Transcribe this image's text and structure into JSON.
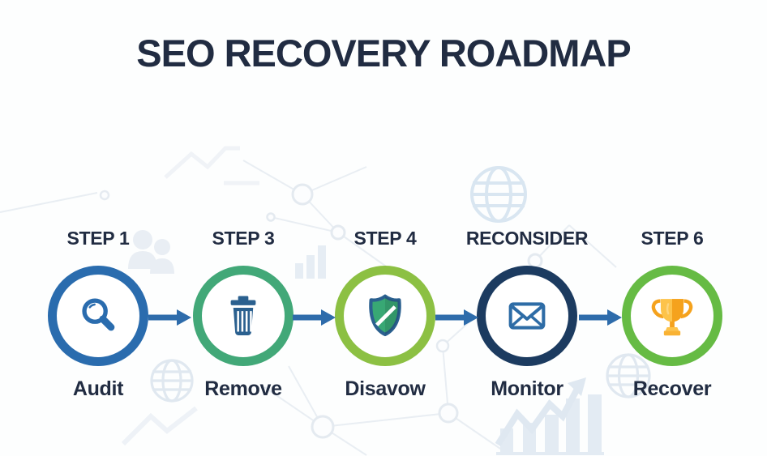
{
  "title": "SEO RECOVERY ROADMAP",
  "steps": [
    {
      "step_label": "STEP 1",
      "name": "Audit",
      "icon": "magnifier-icon",
      "ring_color": "#2a6cae"
    },
    {
      "step_label": "STEP 3",
      "name": "Remove",
      "icon": "trash-icon",
      "ring_color": "#42a878"
    },
    {
      "step_label": "STEP 4",
      "name": "Disavow",
      "icon": "shield-icon",
      "ring_color": "#8cc043"
    },
    {
      "step_label": "RECONSIDER",
      "name": "Monitor",
      "icon": "envelope-icon",
      "ring_color": "#1c3b60"
    },
    {
      "step_label": "STEP 6",
      "name": "Recover",
      "icon": "trophy-icon",
      "ring_color": "#66bb44"
    }
  ],
  "background_icons": [
    "globe-icon",
    "people-icon",
    "line-chart-icon",
    "bar-chart-icon",
    "growth-chart-icon",
    "network-nodes"
  ],
  "colors": {
    "title": "#212c42",
    "arrow": "#2e6cab",
    "ring-audit": "#2a6cae",
    "ring-remove": "#42a878",
    "ring-disavow": "#8cc043",
    "ring-monitor": "#1c3b60",
    "ring-recover": "#66bb44",
    "icon-blue": "#2a6cae",
    "icon-navy": "#2b608f",
    "shield-green": "#38a874",
    "trophy-gold": "#f9b234",
    "trophy-dark": "#f0961e",
    "trophy-light": "#fdc34a",
    "decor": "#e3eaf2"
  }
}
